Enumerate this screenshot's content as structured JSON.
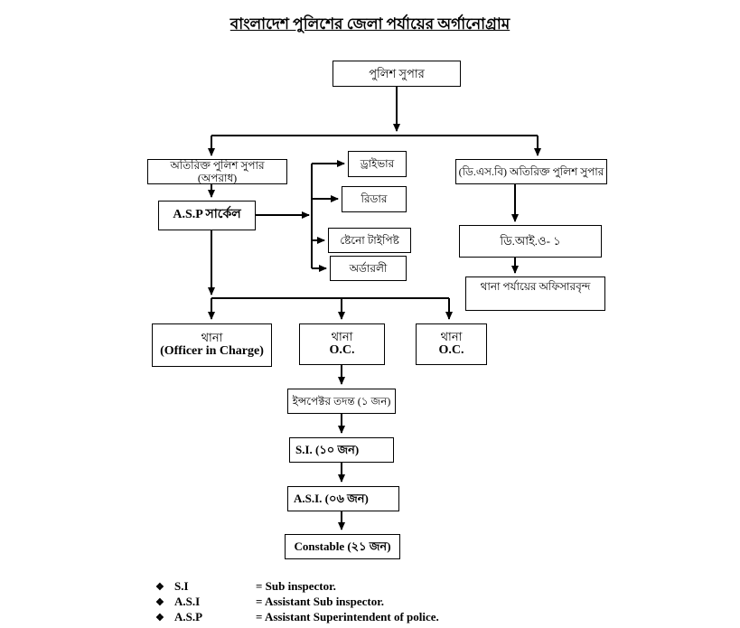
{
  "title": "বাংলাদেশ পুলিশের জেলা পর্যায়ের অর্গানোগ্রাম",
  "nodes": {
    "police_super": "পুলিশ সুপার",
    "addl_sp_crime": "অতিরিক্ত পুলিশ সুপার (অপরাধ)",
    "asp_circle": "A.S.P সার্কেল",
    "driver": "ড্রাইভার",
    "reader": "রিডার",
    "steno_typist": "ষ্টেনো টাইপিষ্ট",
    "orderly": "অর্ডারলী",
    "dsb_addl_sp": "(ডি.এস.বি) অতিরিক্ত পুলিশ সুপার",
    "dio_one": "ডি.আই.ও- ১",
    "thana_level_officers": "থানা পর্যায়ের অফিসারবৃন্দ",
    "thana_oic": {
      "line1": "থানা",
      "line2": "(Officer in Charge)"
    },
    "thana_oc_middle": {
      "line1": "থানা",
      "line2": "O.C."
    },
    "thana_oc_right": {
      "line1": "থানা",
      "line2": "O.C."
    },
    "inspector_investigation": "ইন্সপেক্টর তদন্ত (১ জন)",
    "sub_inspector": "S.I. (১০ জন)",
    "asst_sub_inspector": "A.S.I. (০৬ জন)",
    "constable": "Constable (২১ জন)"
  },
  "legend": {
    "bullet": "❖",
    "items": [
      {
        "term": "S.I",
        "definition": "= Sub inspector."
      },
      {
        "term": "A.S.I",
        "definition": "= Assistant Sub inspector."
      },
      {
        "term": "A.S.P",
        "definition": "= Assistant Superintendent of police."
      }
    ]
  },
  "colors": {
    "background": "#ffffff",
    "line": "#000000",
    "box_border": "#000000",
    "text": "#000000"
  }
}
